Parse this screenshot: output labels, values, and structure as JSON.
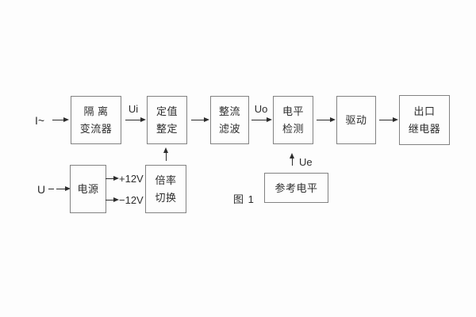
{
  "figure": {
    "caption": "图 1",
    "colors": {
      "background": "#fdfdfd",
      "box_border": "#828282",
      "box_fill": "#fdfdfd",
      "text": "#2d2d2d",
      "arrow": "#2d2d2d"
    }
  },
  "blocks": {
    "isolation": {
      "line1": "隔 离",
      "line2": "变流器"
    },
    "setpoint": {
      "line1": "定值",
      "line2": "整定"
    },
    "rectifier": {
      "line1": "整流",
      "line2": "滤波"
    },
    "level": {
      "line1": "电平",
      "line2": "检测"
    },
    "drive": {
      "label": "驱动"
    },
    "relay": {
      "line1": "出口",
      "line2": "继电器"
    },
    "power": {
      "label": "电源"
    },
    "multiplier": {
      "line1": "倍率",
      "line2": "切换"
    },
    "reference": {
      "label": "参考电平"
    }
  },
  "signals": {
    "input_current": "I~",
    "input_voltage": "U",
    "ui": "Ui",
    "uo": "Uo",
    "ue": "Ue",
    "plus_12v": "+12V",
    "minus_12v": "−12V"
  }
}
